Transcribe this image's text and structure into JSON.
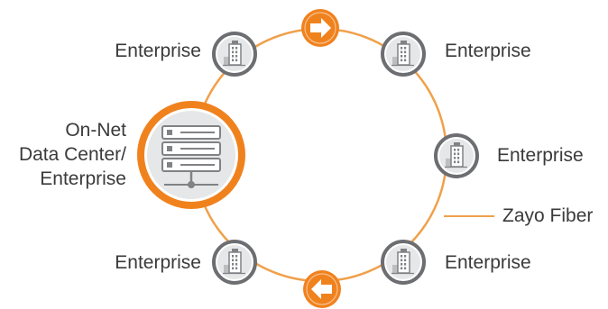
{
  "hub": {
    "label_lines": [
      "On-Net",
      "Data Center/",
      "Enterprise"
    ],
    "icon": "server-rack-icon"
  },
  "nodes": [
    {
      "label": "Enterprise",
      "icon": "building-icon"
    },
    {
      "label": "Enterprise",
      "icon": "building-icon"
    },
    {
      "label": "Enterprise",
      "icon": "building-icon"
    },
    {
      "label": "Enterprise",
      "icon": "building-icon"
    },
    {
      "label": "Enterprise",
      "icon": "building-icon"
    }
  ],
  "arrows": [
    {
      "direction": "right",
      "icon": "arrow-right-icon"
    },
    {
      "direction": "left",
      "icon": "arrow-left-icon"
    }
  ],
  "fiber": {
    "label": "Zayo Fiber"
  },
  "colors": {
    "ring": "#f0a04b",
    "hub_ring": "#f0821e",
    "arrow_fill": "#f0821e",
    "node_border": "#6d6e71",
    "node_fill": "#e6e7e8",
    "icon": "#808285",
    "text": "#3a3a3a"
  }
}
